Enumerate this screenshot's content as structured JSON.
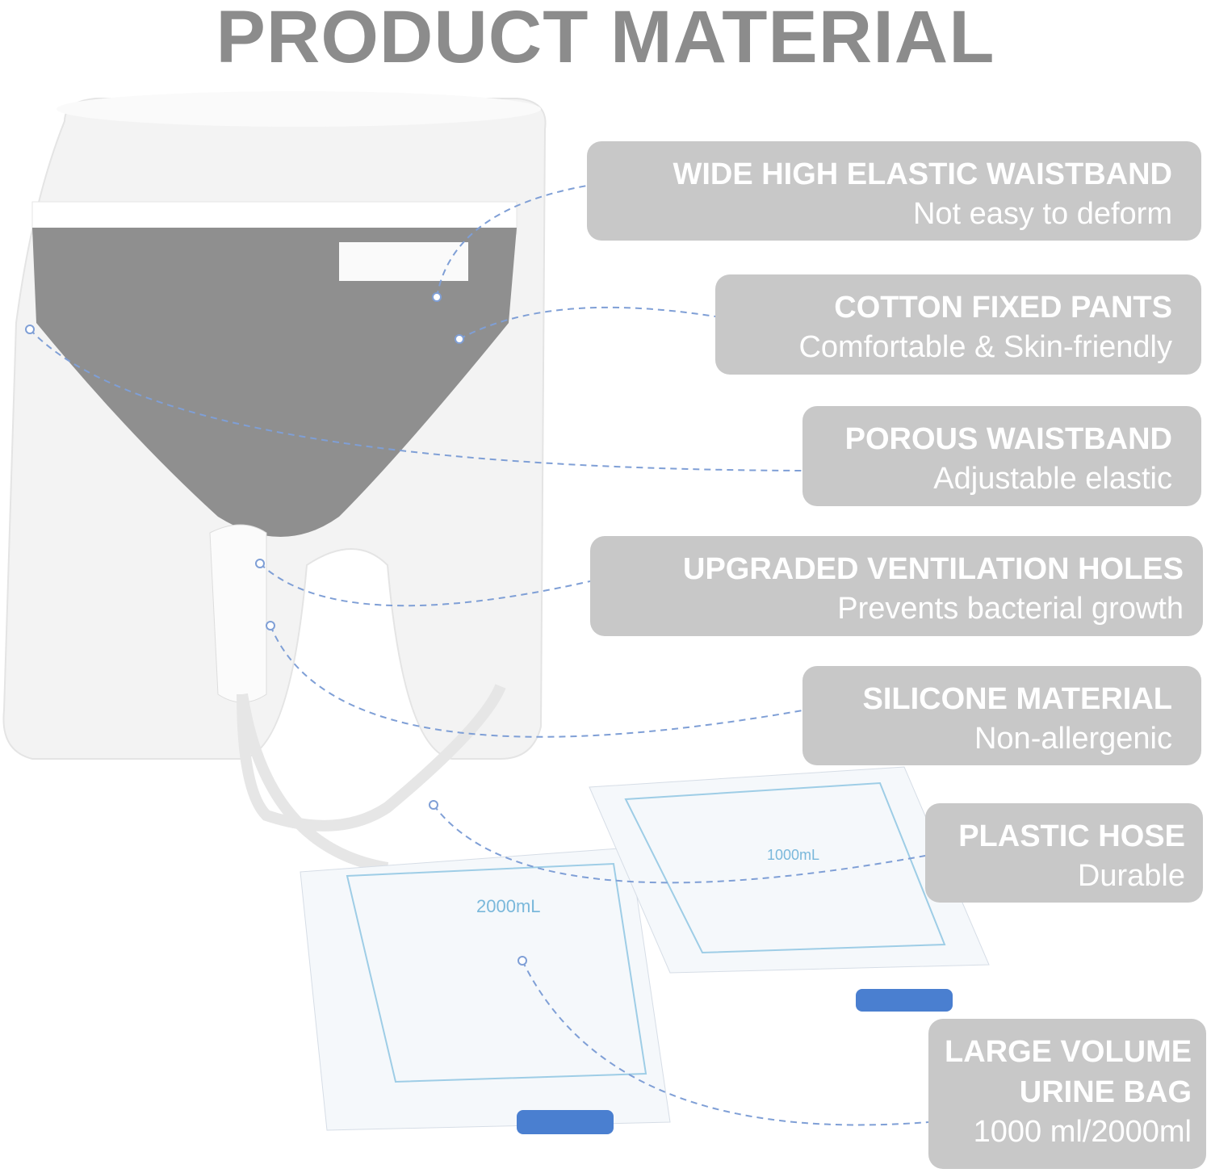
{
  "title": "PRODUCT MATERIAL",
  "colors": {
    "title": "#8c8c8c",
    "label_box": "#c8c8c8",
    "leader_line": "#7f9fd6",
    "fabric": "#8f8f8f"
  },
  "features": [
    {
      "heading": "WIDE HIGH ELASTIC WAISTBAND",
      "subtitle": "Not easy to deform"
    },
    {
      "heading": "COTTON FIXED PANTS",
      "subtitle": "Comfortable & Skin-friendly"
    },
    {
      "heading": "POROUS WAISTBAND",
      "subtitle": "Adjustable elastic"
    },
    {
      "heading": "UPGRADED VENTILATION HOLES",
      "subtitle": "Prevents bacterial growth"
    },
    {
      "heading": "SILICONE MATERIAL",
      "subtitle": "Non-allergenic"
    },
    {
      "heading": "PLASTIC HOSE",
      "subtitle": "Durable"
    },
    {
      "heading": "LARGE VOLUME",
      "heading2": "URINE BAG",
      "subtitle": "1000 ml/2000ml"
    }
  ],
  "bag_labels": {
    "large": "2000mL",
    "small": "1000mL"
  }
}
